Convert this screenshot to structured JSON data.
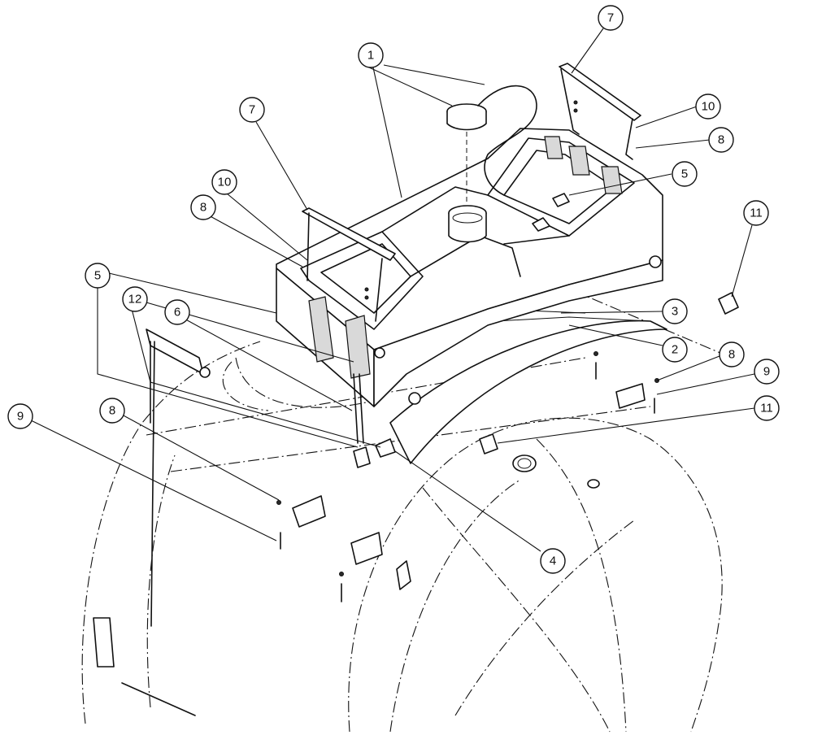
{
  "balloons": [
    {
      "id": "b1",
      "label": "1"
    },
    {
      "id": "b7a",
      "label": "7"
    },
    {
      "id": "b7b",
      "label": "7"
    },
    {
      "id": "b10a",
      "label": "10"
    },
    {
      "id": "b8a",
      "label": "8"
    },
    {
      "id": "b10b",
      "label": "10"
    },
    {
      "id": "b8b",
      "label": "8"
    },
    {
      "id": "b5a",
      "label": "5"
    },
    {
      "id": "b11a",
      "label": "11"
    },
    {
      "id": "b5b",
      "label": "5"
    },
    {
      "id": "b12",
      "label": "12"
    },
    {
      "id": "b6",
      "label": "6"
    },
    {
      "id": "b3",
      "label": "3"
    },
    {
      "id": "b2",
      "label": "2"
    },
    {
      "id": "b8c",
      "label": "8"
    },
    {
      "id": "b9a",
      "label": "9"
    },
    {
      "id": "b9b",
      "label": "9"
    },
    {
      "id": "b8d",
      "label": "8"
    },
    {
      "id": "b11b",
      "label": "11"
    },
    {
      "id": "b4",
      "label": "4"
    }
  ],
  "colors": {
    "ink": "#111111",
    "paper": "#ffffff"
  }
}
